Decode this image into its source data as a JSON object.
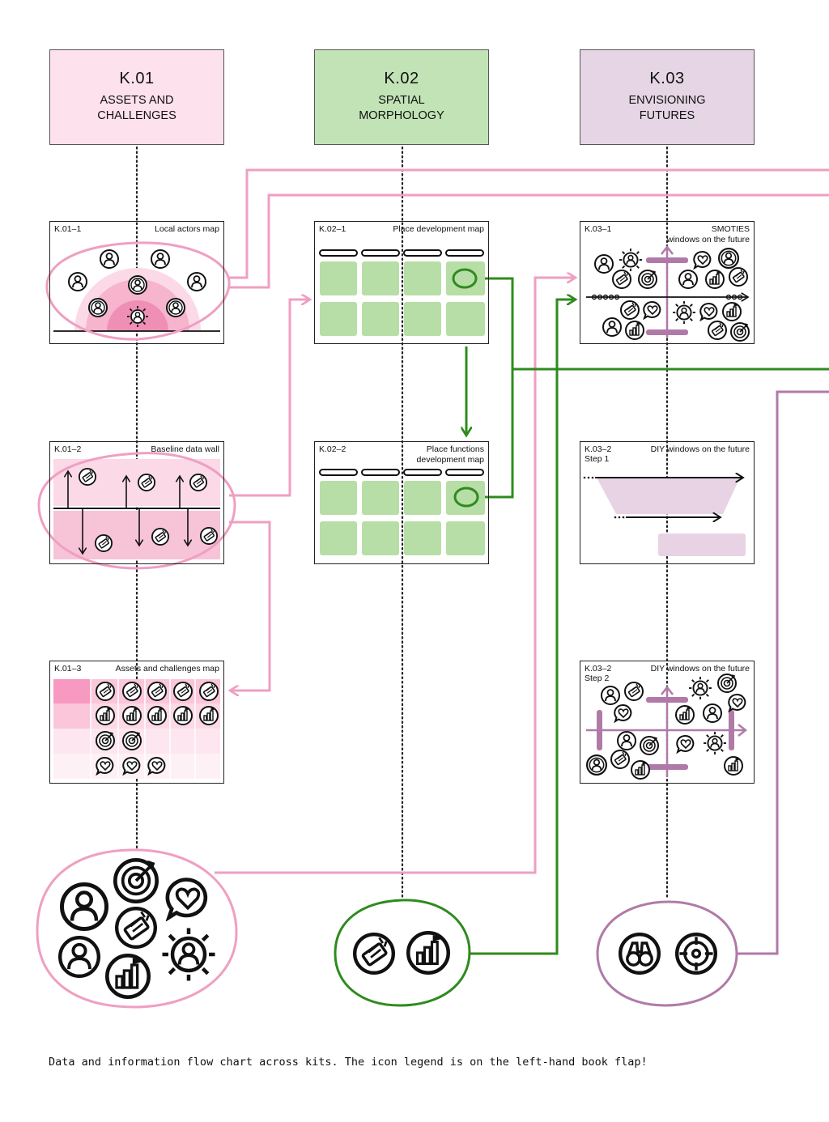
{
  "colors": {
    "pink": "#ef9fc2",
    "pink_light": "#fbd9e7",
    "pink_header": "#fde1ec",
    "green": "#2e8b1e",
    "green_light": "#b7dea6",
    "green_header": "#c2e3b6",
    "purple": "#b07aa8",
    "purple_light": "#e8d3e5",
    "purple_header": "#e6d6e5"
  },
  "kits": [
    {
      "code": "K.01",
      "name": "ASSETS AND\nCHALLENGES"
    },
    {
      "code": "K.02",
      "name": "SPATIAL\nMORPHOLOGY"
    },
    {
      "code": "K.03",
      "name": "ENVISIONING\nFUTURES"
    }
  ],
  "cards": {
    "k01_1": {
      "id": "K.01–1",
      "title": "Local actors map"
    },
    "k01_2": {
      "id": "K.01–2",
      "title": "Baseline data wall"
    },
    "k01_3": {
      "id": "K.01–3",
      "title": "Assets and challenges map"
    },
    "k02_1": {
      "id": "K.02–1",
      "title": "Place development map"
    },
    "k02_2": {
      "id": "K.02–2",
      "title": "Place functions\ndevelopment map"
    },
    "k03_1": {
      "id": "K.03–1",
      "title": "SMOTIES\nwindows on the future"
    },
    "k03_2a": {
      "id": "K.03–2\nStep 1",
      "title": "DIY windows on the future"
    },
    "k03_2b": {
      "id": "K.03–2\nStep 2",
      "title": "DIY windows on the future"
    }
  },
  "legends": {
    "k01": [
      "person-icon",
      "target-icon",
      "heart-bubble-icon",
      "person-icon",
      "document-stamp-icon",
      "sun-person-icon",
      "bar-chart-icon"
    ],
    "k02": [
      "document-stamp-icon",
      "bar-chart-icon"
    ],
    "k03": [
      "binoculars-icon",
      "crosshair-icon"
    ]
  },
  "caption": "Data and information flow chart across kits. The icon legend is on the left-hand book flap!"
}
